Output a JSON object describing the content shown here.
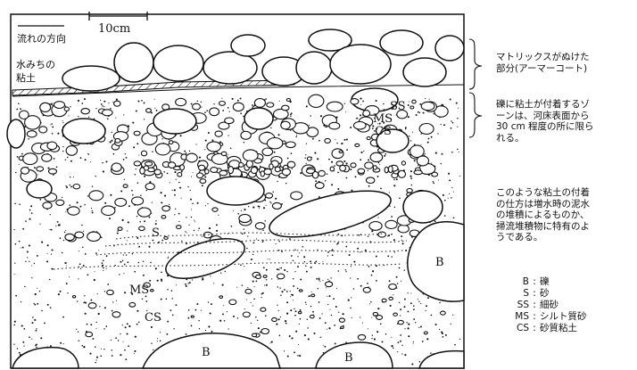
{
  "labels": {
    "scale_bar": "10cm",
    "flow_direction": "流れの方向",
    "channel_clay_line1": "水みちの",
    "channel_clay_line2": "粘土",
    "zone_ss": "SS",
    "zone_ms_upper": "MS",
    "zone_cs_upper": "CS",
    "zone_s": "S",
    "zone_ms_lower": "MS",
    "zone_cs_lower": "CS",
    "boulder_b_right": "B",
    "boulder_b_bottom_left": "B",
    "boulder_b_bottom_right": "B"
  },
  "notes": {
    "armor": "マトリックスがぬけた\n部分(アーマーコート)",
    "clay": "礫に粘土が付着するゾ\nーンは、河床表面から\n30 cm 程度の所に限ら\nれる。",
    "deposit": "このような粘土の付着\nの仕方は増水時の泥水\nの堆積によるものか、\n掃流堆積物に特有のよ\nうである。"
  },
  "legend": [
    {
      "code": "B",
      "meaning": "礫"
    },
    {
      "code": "S",
      "meaning": "砂"
    },
    {
      "code": "SS",
      "meaning": "細砂"
    },
    {
      "code": "MS",
      "meaning": "シルト質砂"
    },
    {
      "code": "CS",
      "meaning": "砂質粘土"
    }
  ],
  "colors": {
    "ink": "#111111",
    "paper": "#ffffff"
  }
}
